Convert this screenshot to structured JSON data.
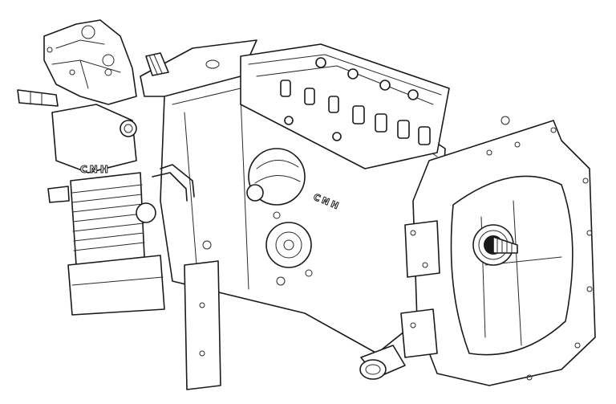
{
  "figure": {
    "type": "technical-line-drawing",
    "subject": "tractor transmission assembly (isometric view)",
    "colors": {
      "line": "#1a1a1a",
      "background": "#ffffff"
    }
  },
  "markings": {
    "main_housing": "CNH",
    "rear_housing": "CNH"
  }
}
